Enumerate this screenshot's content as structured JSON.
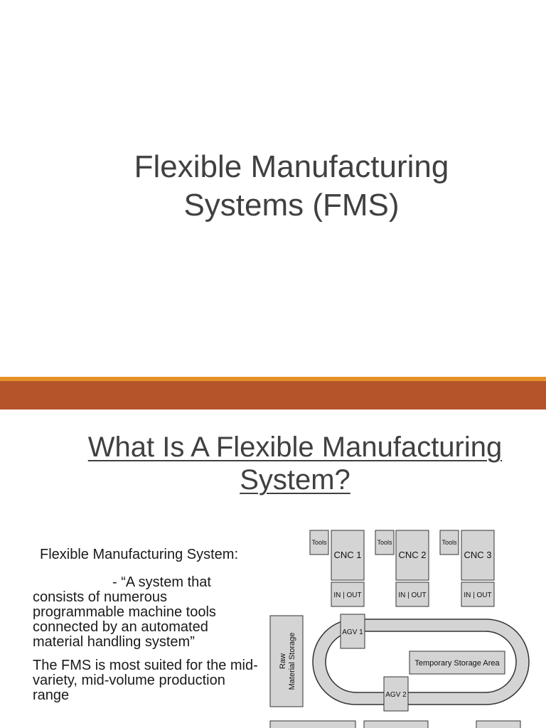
{
  "slide1": {
    "title_line1": "Flexible Manufacturing",
    "title_line2": "Systems (FMS)"
  },
  "slide2": {
    "title_line1": "What Is A Flexible Manufacturing",
    "title_line2": "System?",
    "paragraph1": "Flexible Manufacturing System:",
    "paragraph2": "- “A system that consists of numerous programmable machine tools connected by an automated material handling system”",
    "paragraph3": "The FMS is most suited for the mid-variety, mid-volume production range"
  },
  "diagram": {
    "cnc1": "CNC 1",
    "cnc2": "CNC 2",
    "cnc3": "CNC 3",
    "tools1": "Tools",
    "tools2": "Tools",
    "tools3": "Tools",
    "inout1": "IN | OUT",
    "inout2": "IN | OUT",
    "inout3": "IN | OUT",
    "agv1": "AGV 1",
    "agv2": "AGV 2",
    "temp_storage": "Temporary Storage Area",
    "raw_storage_line1": "Raw",
    "raw_storage_line2": "Material Storage"
  },
  "colors": {
    "accent_gold": "#e6902a",
    "accent_rust": "#b5532a",
    "box_fill": "#d4d4d4"
  }
}
